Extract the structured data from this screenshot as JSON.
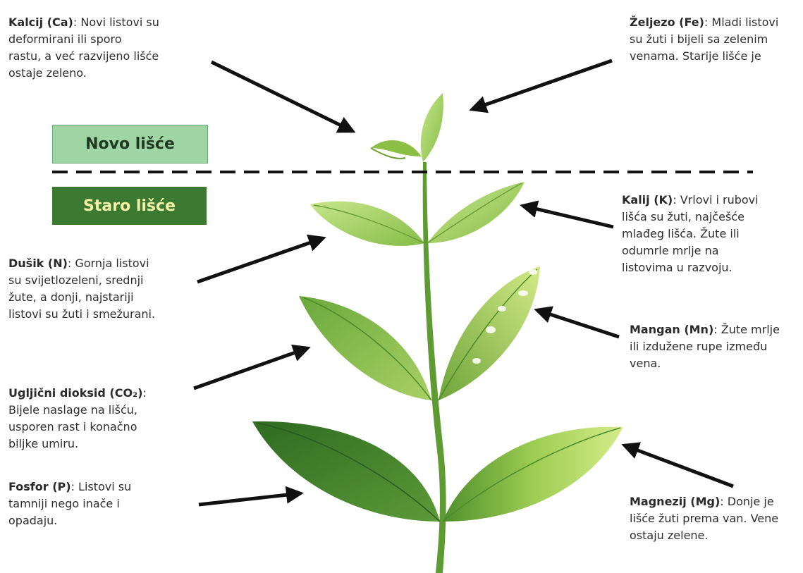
{
  "labels": {
    "new_leaves": "Novo lišće",
    "old_leaves": "Staro lišće"
  },
  "notes": {
    "calcium": {
      "title": "Kalcij (Ca)",
      "lines": [
        ": Novi listovi su",
        "deformirani ili sporo",
        "rastu, a već razvijeno lišće",
        "ostaje zeleno."
      ]
    },
    "iron": {
      "title": "Željezo (Fe)",
      "lines": [
        ": Mladi listovi",
        "su žuti i bijeli sa zelenim",
        "venama. Starije lišće je"
      ]
    },
    "potassium": {
      "title": "Kalij (K)",
      "lines": [
        ": Vrlovi i rubovi",
        "lišća su žuti, najčešće",
        "mlađeg lišća. Žute ili",
        "odumrle mrlje na",
        "listovima u razvoju."
      ]
    },
    "nitrogen": {
      "title": "Dušik (N)",
      "lines": [
        ": Gornja listovi",
        "su svijetlozeleni, srednji",
        "žute, a donji, najstariji",
        "listovi su žuti i smežurani."
      ]
    },
    "manganese": {
      "title": "Mangan (Mn)",
      "lines": [
        ": Žute mrlje",
        "ili izdužene rupe između",
        "vena."
      ]
    },
    "co2": {
      "title": "Ugljični dioksid (CO₂)",
      "lines": [
        ":",
        "Bijele naslage na lišću,",
        "usporen rast i konačno",
        "biljke umiru."
      ]
    },
    "phosphorus": {
      "title": "Fosfor (P)",
      "lines": [
        ": Listovi su",
        "tamniji nego inače i",
        "opadaju."
      ]
    },
    "magnesium": {
      "title": "Magnezij (Mg)",
      "lines": [
        ": Donje je",
        "lišće žuti prema van. Vene",
        "ostaju zelene."
      ]
    }
  },
  "colors": {
    "new_box": "#9fd4a5",
    "old_box": "#3b7a30",
    "old_box_text": "#f4f1a8",
    "arrow": "#111111"
  }
}
